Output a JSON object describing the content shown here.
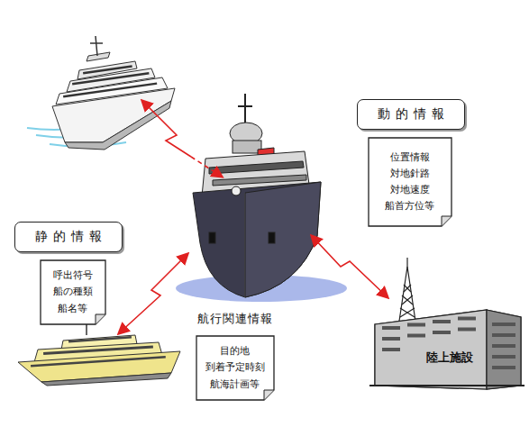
{
  "diagram": {
    "nodes": [
      {
        "text": [
          "動的情報"
        ]
      },
      {
        "text": [
          "位置情報 対地針路 対地速度 船首方位等"
        ]
      },
      {
        "text": [
          "静的情報"
        ]
      },
      {
        "text": [
          "呼出符号 船の種類 船名等"
        ]
      },
      {
        "text": [
          "航行関連情報",
          "目的地 到着予定時刻 航海計画等"
        ]
      }
    ],
    "labels": [
      "陸上施設"
    ]
  }
}
